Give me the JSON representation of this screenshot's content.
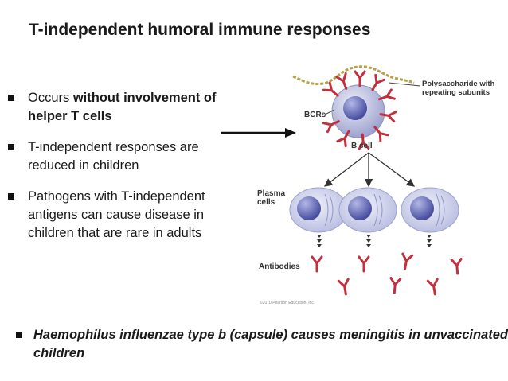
{
  "title": "T-independent humoral immune responses",
  "bullets": [
    {
      "text_before": "Occurs ",
      "text_bold": "without involvement of helper T cells",
      "text_after": ""
    },
    {
      "text_before": "T-independent responses are reduced in children",
      "text_bold": "",
      "text_after": ""
    },
    {
      "text_before": "Pathogens with T-independent antigens can cause disease in children that are rare in adults",
      "text_bold": "",
      "text_after": ""
    }
  ],
  "bottom_bullet": "Haemophilus influenzae type b (capsule) causes meningitis in unvaccinated children",
  "diagram": {
    "label_polysaccharide": [
      "Polysaccharide with",
      "repeating subunits"
    ],
    "label_bcrs": "BCRs",
    "label_bcell": "B cell",
    "label_plasma": [
      "Plasma",
      "cells"
    ],
    "label_antibodies": "Antibodies",
    "copyright": "©2010 Pearson Education, Inc.",
    "colors": {
      "cell_fill": "#b8bcdc",
      "nucleus": "#4d52a4",
      "receptor": "#c2303e",
      "polysaccharide": "#b4a24a",
      "plasma_fill": "#c6cae6"
    }
  }
}
